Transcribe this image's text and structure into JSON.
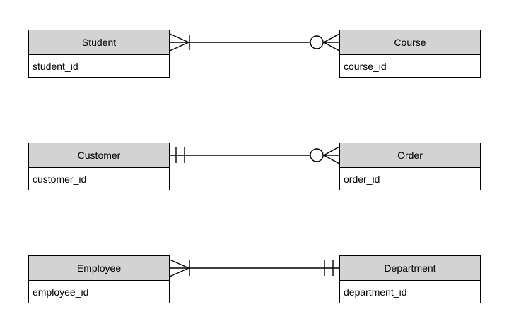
{
  "diagram": {
    "type": "entity-relationship",
    "notation": "crow's foot",
    "colors": {
      "entity_header_fill": "#d3d3d3",
      "entity_body_fill": "#ffffff",
      "line_color": "#000000",
      "text_color": "#000000",
      "page_background": "#ffffff"
    },
    "entities": [
      {
        "id": "student",
        "name": "Student",
        "attributes": [
          "student_id"
        ]
      },
      {
        "id": "course",
        "name": "Course",
        "attributes": [
          "course_id"
        ]
      },
      {
        "id": "customer",
        "name": "Customer",
        "attributes": [
          "customer_id"
        ]
      },
      {
        "id": "order",
        "name": "Order",
        "attributes": [
          "order_id"
        ]
      },
      {
        "id": "employee",
        "name": "Employee",
        "attributes": [
          "employee_id"
        ]
      },
      {
        "id": "department",
        "name": "Department",
        "attributes": [
          "department_id"
        ]
      }
    ],
    "relationships": [
      {
        "from": "Student",
        "to": "Course",
        "from_cardinality": "one-or-many",
        "to_cardinality": "zero-or-many",
        "from_marker": "crow-foot-with-tick",
        "to_marker": "circle-with-crow-foot"
      },
      {
        "from": "Customer",
        "to": "Order",
        "from_cardinality": "exactly-one",
        "to_cardinality": "zero-or-many",
        "from_marker": "double-tick",
        "to_marker": "circle-with-crow-foot"
      },
      {
        "from": "Employee",
        "to": "Department",
        "from_cardinality": "one-or-many",
        "to_cardinality": "exactly-one",
        "from_marker": "crow-foot-with-tick",
        "to_marker": "double-tick"
      }
    ]
  }
}
